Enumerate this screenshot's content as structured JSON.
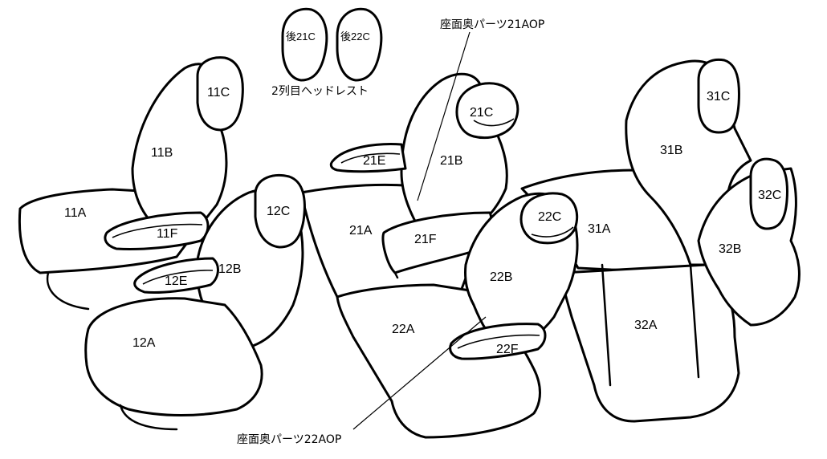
{
  "labels": {
    "p11A": "11A",
    "p11B": "11B",
    "p11C": "11C",
    "p11F": "11F",
    "p12A": "12A",
    "p12B": "12B",
    "p12C": "12C",
    "p12E": "12E",
    "p21A": "21A",
    "p21B": "21B",
    "p21C": "21C",
    "p21E": "21E",
    "p21F": "21F",
    "p22A": "22A",
    "p22B": "22B",
    "p22C": "22C",
    "p22F": "22F",
    "p31A": "31A",
    "p31B": "31B",
    "p31C": "31C",
    "p32A": "32A",
    "p32B": "32B",
    "p32C": "32C",
    "rear21C": "後21C",
    "rear22C": "後22C"
  },
  "captions": {
    "headrest_row2": "2列目ヘッドレスト",
    "part_21AOP": "座面奥パーツ21AOP",
    "part_22AOP": "座面奥パーツ22AOP"
  }
}
